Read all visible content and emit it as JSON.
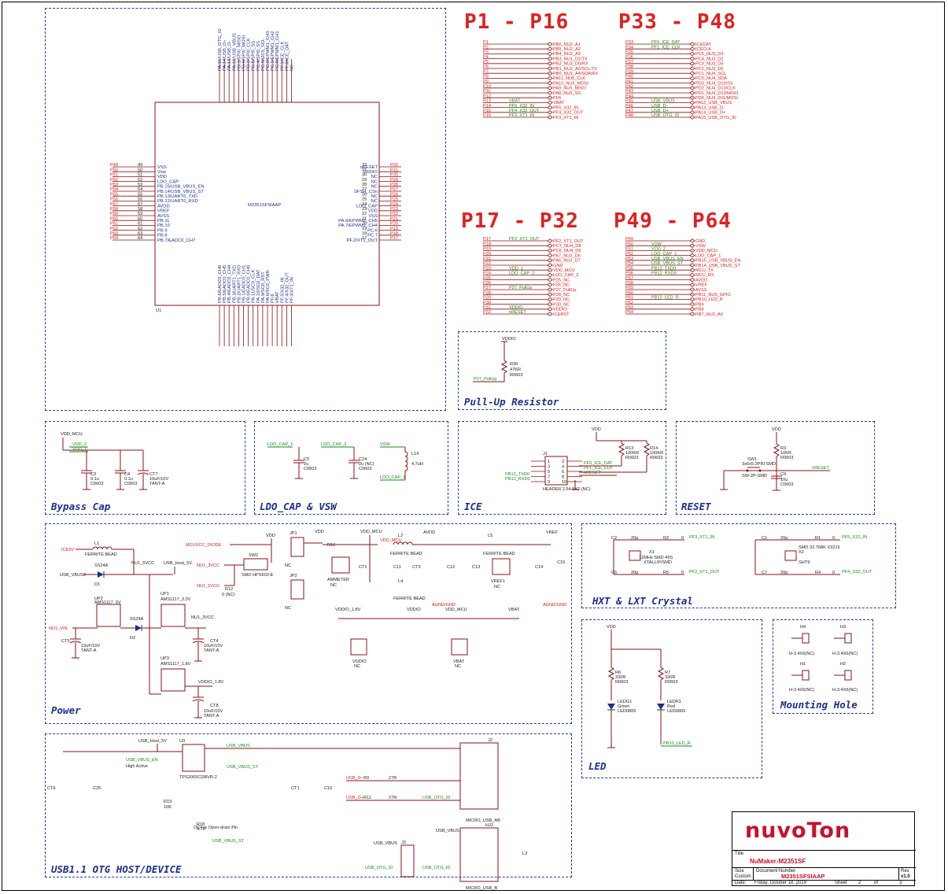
{
  "headers": {
    "p1_16": "P1  -  P16",
    "p33_48": "P33  -  P48",
    "p17_32": "P17  -  P32",
    "p49_64": "P49  -  P64"
  },
  "blocks": {
    "pullup": "Pull-Up Resistor",
    "bypass": "Bypass Cap",
    "ldo": "LDO_CAP & VSW",
    "ice": "ICE",
    "reset": "RESET",
    "power": "Power",
    "crystal": "HXT & LXT Crystal",
    "led": "LED",
    "mounting": "Mounting Hole",
    "usb": "USB1.1 OTG HOST/DEVICE"
  },
  "mcu": {
    "part": "M2351SFSIAAP",
    "ref": "U1",
    "left_pins": [
      {
        "net": "P49",
        "num": "49",
        "name": "VSS"
      },
      {
        "net": "P50",
        "num": "50",
        "name": "Vsw"
      },
      {
        "net": "P51",
        "num": "51",
        "name": "VDD"
      },
      {
        "net": "P52",
        "num": "52",
        "name": "LDO_CAP"
      },
      {
        "net": "P53",
        "num": "53",
        "name": "PB.15/USB_VBUS_EN"
      },
      {
        "net": "P54",
        "num": "54",
        "name": "PB.14/USB_VBUS_ST"
      },
      {
        "net": "P55",
        "num": "55",
        "name": "PB.13/UART0_TXD"
      },
      {
        "net": "P56",
        "num": "56",
        "name": "PB.12/UART0_RXD"
      },
      {
        "net": "P57",
        "num": "57",
        "name": "AVDD"
      },
      {
        "net": "P58",
        "num": "58",
        "name": "VREF"
      },
      {
        "net": "P59",
        "num": "59",
        "name": "AVSS"
      },
      {
        "net": "P60",
        "num": "60",
        "name": "PB.11"
      },
      {
        "net": "P61",
        "num": "61",
        "name": "PB.10"
      },
      {
        "net": "P62",
        "num": "62",
        "name": "PB.9"
      },
      {
        "net": "P63",
        "num": "63",
        "name": "PB.8"
      },
      {
        "net": "P64",
        "num": "64",
        "name": "PB.7/EADC0_CH7"
      }
    ],
    "right_pins": [
      {
        "net": "P32",
        "num": "32",
        "name": "nRESET"
      },
      {
        "net": "P31",
        "num": "31",
        "name": "VDDIO"
      },
      {
        "net": "P30",
        "num": "30",
        "name": "NC"
      },
      {
        "net": "P29",
        "num": "29",
        "name": "NC"
      },
      {
        "net": "P28",
        "num": "28",
        "name": "NC"
      },
      {
        "net": "P27",
        "num": "27",
        "name": "SFSH_CSn"
      },
      {
        "net": "P26",
        "num": "26",
        "name": "NC"
      },
      {
        "net": "P25",
        "num": "25",
        "name": "NC"
      },
      {
        "net": "P24",
        "num": "24",
        "name": "LDO_CAP"
      },
      {
        "net": "P23",
        "num": "23",
        "name": "VDD"
      },
      {
        "net": "P22",
        "num": "22",
        "name": "VSS"
      },
      {
        "net": "P21",
        "num": "21",
        "name": "PA.6/EPWM1_CH5"
      },
      {
        "net": "P20",
        "num": "20",
        "name": "PA.7/EPWM1_CH4"
      },
      {
        "net": "P19",
        "num": "19",
        "name": "PC.6"
      },
      {
        "net": "P18",
        "num": "18",
        "name": "PC.7"
      },
      {
        "net": "P17",
        "num": "17",
        "name": "PF.2/XT1_OUT"
      }
    ],
    "top_pins": [
      "PA.15/USB_OTG_ID",
      "PA.14/USB_D+",
      "PA.13/USB_D-",
      "PA.12/USB_VBUS",
      "PD.1/SPI0_MISO",
      "PD.0/SPI0_MOSI",
      "PD.2/SPI0_CLK",
      "PC.5/SPI0_SS",
      "PC.4/SPI0_SS",
      "PC.3/I2C0_SCL",
      "PC.2/EPWM1_CH3",
      "PC.1/EPWM1_CH2",
      "PC.0/EPWM1_CH1",
      "PF.1/ICE_CLK",
      "PF.0/ICE_DAT",
      "NC"
    ],
    "bottom_pins": [
      "PB.6/EADC0_CH6",
      "PB.5/EADC0_CH5",
      "PB.4/EADC0_CH4",
      "PB.3/UART1_TXD",
      "PB.2/UART1_RXD",
      "PB.1/EADC0_CH1",
      "PB.0/EADC0_CH0",
      "PA.11/SC0_CLK",
      "PA.10/SC0_DAT",
      "PA.9/SC0_RST",
      "PA.8/SC0_PWR",
      "PF.6",
      "VBAT",
      "PF.5/X32_IN",
      "PF.4/X32_OUT",
      "PF.3/XT1_IN"
    ]
  },
  "p1_16": [
    {
      "pin": "P1",
      "net": "",
      "port": "PB6_NU2_A1"
    },
    {
      "pin": "P2",
      "net": "",
      "port": "PB5_NU2_A2"
    },
    {
      "pin": "P3",
      "net": "",
      "port": "PB4_NU2_A3"
    },
    {
      "pin": "P4",
      "net": "",
      "port": "PB3_NU1_D1/TX"
    },
    {
      "pin": "P5",
      "net": "",
      "port": "PB2_NU3_D0/RX"
    },
    {
      "pin": "P6",
      "net": "",
      "port": "PB1_NU2_A5/SCL/TX"
    },
    {
      "pin": "P7",
      "net": "",
      "port": "PB0_NU2_A4/SDA/RX"
    },
    {
      "pin": "P8",
      "net": "",
      "port": "PA11_NU5_CLK"
    },
    {
      "pin": "P9",
      "net": "",
      "port": "PA10_NU5_MOSI"
    },
    {
      "pin": "P10",
      "net": "",
      "port": "PA9_NU5_MISO"
    },
    {
      "pin": "P11",
      "net": "",
      "port": "PA8_NU5_SS"
    },
    {
      "pin": "P12",
      "net": "",
      "port": "PF6"
    },
    {
      "pin": "P13",
      "net": "VBAT",
      "port": "VBAT"
    },
    {
      "pin": "P14",
      "net": "PF5_X32_IN",
      "port": "PF5_X32_IN"
    },
    {
      "pin": "P15",
      "net": "PF4_X32_OUT",
      "port": "PF4_X32_OUT"
    },
    {
      "pin": "P16",
      "net": "PF3_XT1_IN",
      "port": "PF3_XT1_IN"
    }
  ],
  "p33_48": [
    {
      "pin": "P33",
      "net": "PF0_ICE_DAT",
      "port": "ICEDAT"
    },
    {
      "pin": "P34",
      "net": "PF1_ICE_CLK",
      "port": "ICECLK"
    },
    {
      "pin": "P35",
      "net": "",
      "port": "PC5_NU3_D3"
    },
    {
      "pin": "P36",
      "net": "",
      "port": "PC4_NU3_D2"
    },
    {
      "pin": "P37",
      "net": "",
      "port": "PC3_NU3_D5"
    },
    {
      "pin": "P38",
      "net": "",
      "port": "PC2_NU3_D6"
    },
    {
      "pin": "P39",
      "net": "",
      "port": "PC1_NU4_SCL"
    },
    {
      "pin": "P40",
      "net": "",
      "port": "PC0_NU4_SDA"
    },
    {
      "pin": "P41",
      "net": "",
      "port": "PD3_NU4_D10/SS"
    },
    {
      "pin": "P42",
      "net": "",
      "port": "PD2_NU4_D13/CLK"
    },
    {
      "pin": "P43",
      "net": "",
      "port": "PD1_NU4_D12/MISO"
    },
    {
      "pin": "P44",
      "net": "",
      "port": "PD0_NU4_D11/MOSI"
    },
    {
      "pin": "P45",
      "net": "USB_VBUS",
      "port": "PA12_USB_VBUS"
    },
    {
      "pin": "P46",
      "net": "USB_D-",
      "port": "PA13_USB_D-"
    },
    {
      "pin": "P47",
      "net": "USB_D+",
      "port": "PA14_USB_D+"
    },
    {
      "pin": "P48",
      "net": "USB_OTG_ID",
      "port": "PA15_USB_OTG_ID"
    }
  ],
  "p17_32": [
    {
      "pin": "P17",
      "net": "PF2_XT1_OUT",
      "port": "PF2_XT1_OUT"
    },
    {
      "pin": "P18",
      "net": "",
      "port": "PC7_NU4_D8"
    },
    {
      "pin": "P19",
      "net": "",
      "port": "PC6_NU4_D9"
    },
    {
      "pin": "P20",
      "net": "",
      "port": "PA7_NU3_D6"
    },
    {
      "pin": "P21",
      "net": "",
      "port": "PA6_NU3_D7"
    },
    {
      "pin": "P22",
      "net": "",
      "port": "GND"
    },
    {
      "pin": "P23",
      "net": "VDD_1",
      "port": "VDD_MCU"
    },
    {
      "pin": "P24",
      "net": "LDO_CAP_2",
      "port": "LDO_CAP_2"
    },
    {
      "pin": "P25",
      "net": "",
      "port": "P25_NC"
    },
    {
      "pin": "P26",
      "net": "",
      "port": "P26_NC"
    },
    {
      "pin": "P27",
      "net": "P27_PullUp",
      "port": "P27_PullUp"
    },
    {
      "pin": "P28",
      "net": "",
      "port": "P28_NC"
    },
    {
      "pin": "P29",
      "net": "",
      "port": "P29_NC"
    },
    {
      "pin": "P30",
      "net": "",
      "port": "P30_NC"
    },
    {
      "pin": "P31",
      "net": "VDDIO",
      "port": "VDDIO"
    },
    {
      "pin": "P32",
      "net": "nRESET",
      "port": "ICERST"
    }
  ],
  "p49_64": [
    {
      "pin": "P49",
      "net": "",
      "port": "GND"
    },
    {
      "pin": "P50",
      "net": "VSW",
      "port": "VSW"
    },
    {
      "pin": "P51",
      "net": "VDD_2",
      "port": "VDD_MCU"
    },
    {
      "pin": "P52",
      "net": "LDO_CAP_1",
      "port": "LDO_CAP_1"
    },
    {
      "pin": "P53",
      "net": "USB_VBUS_EN",
      "port": "PB15_USB_VBUS_EN"
    },
    {
      "pin": "P54",
      "net": "USB_VBUS_ST",
      "port": "PB14_USB_VBUS_ST"
    },
    {
      "pin": "P55",
      "net": "PB13_TXD0",
      "port": "MCU_TX"
    },
    {
      "pin": "P56",
      "net": "PB12_RXD0",
      "port": "MCU_RX"
    },
    {
      "pin": "P57",
      "net": "",
      "port": "AVDD"
    },
    {
      "pin": "P58",
      "net": "",
      "port": "VREF"
    },
    {
      "pin": "P59",
      "net": "",
      "port": "AVSS"
    },
    {
      "pin": "P60",
      "net": "",
      "port": "PB11_NU5_GPIO"
    },
    {
      "pin": "P61",
      "net": "PB10_LED_R",
      "port": "PB10_LED_R"
    },
    {
      "pin": "P62",
      "net": "",
      "port": "PB9"
    },
    {
      "pin": "P63",
      "net": "",
      "port": "PB8"
    },
    {
      "pin": "P64",
      "net": "",
      "port": "PB7_NU2_A0"
    }
  ],
  "pullup": {
    "rail": "VDDIO",
    "ref": "R30",
    "val": "47KR",
    "pkg": "R0603",
    "net": "P27_PullUp"
  },
  "bypass": {
    "rail": "VDD_MCU",
    "n1": "VDD_2",
    "n2": "VDD_1",
    "c3": {
      "ref": "C3",
      "val": "0.1u",
      "pkg": "C0603"
    },
    "c4": {
      "ref": "C4",
      "val": "0.1u",
      "pkg": "C0603"
    },
    "c7": {
      "ref": "CT7",
      "val": "10uF/10V",
      "pkg": "TANT-A"
    }
  },
  "ldo": {
    "n1": "LDO_CAP_1",
    "n2": "LDO_CAP_2",
    "n3": "VSW",
    "n4": "LDO_CAP_1",
    "c5": {
      "ref": "C5",
      "val": "2u",
      "pkg": "C0603"
    },
    "c24": {
      "ref": "C24",
      "val": "2u (NC)",
      "pkg": "C0603"
    },
    "l14": {
      "ref": "L14",
      "val": "4.7uH"
    }
  },
  "ice": {
    "rail": "VDD",
    "ref": "J1",
    "part": "HEADER 2.54 5X2 (NC)",
    "r13": {
      "ref": "R13",
      "val": "100KR",
      "pkg": "R0603"
    },
    "r14": {
      "ref": "R14",
      "val": "100KR",
      "pkg": "R0603"
    },
    "nets": [
      "PF0_ICE_DAT",
      "PF1_ICE_CLK",
      "nRESET",
      "PB13_TXD0",
      "PB12_RXD0"
    ],
    "pins_l": [
      "1",
      "3",
      "5",
      "7",
      "9"
    ],
    "pins_r": [
      "2",
      "4",
      "6",
      "8",
      "10"
    ]
  },
  "reset": {
    "rail": "VDD",
    "r3": {
      "ref": "R3",
      "val": "10KR",
      "pkg": "R0603"
    },
    "sw": {
      "ref": "SW1",
      "desc": "3x6x5.2PIN SMD",
      "pkg": "SW-2P-SMD"
    },
    "c9": {
      "ref": "C9",
      "val": "10u",
      "pkg": "C0603"
    },
    "net": "nRESET"
  },
  "power": {
    "icesv": "ICE5V",
    "usb_vbus0": "USB_VBUS0",
    "nu1_vin": "NU1_VIN",
    "mcuvcc_diode": "MCUVCC_DIODE",
    "nu1_5vcc_in": "NU1_5VCC",
    "nu1_3vcc": "NU1_3VCC",
    "vdd": "VDD",
    "vdd_mcu": "VDD_MCU",
    "avdd": "AVDD",
    "vref": "VREF",
    "vddio": "VDDIO",
    "vddio_18": "VDDIO_1.8V",
    "vbat": "VBAT",
    "l1": "L1",
    "fb": "FERRITE BEAD",
    "ss24a": "SS24A",
    "d1": "D1",
    "d2": "D2",
    "nu1_5vcc": "NU1_5VCC",
    "usb_host": "USB_Host_5V",
    "up1": "UP1",
    "up1_part": "AMS1117_3.3V",
    "up2": "UP2",
    "up2_part": "AMS1117_5V",
    "up3": "UP3",
    "up3_part": "AMS1117_1.8V",
    "sw2": "SW2",
    "sw2_part": "SMD HPS602-E",
    "r12": "R12",
    "r12_val": "0 (NC)",
    "ct5": "CT5",
    "ct4": "CT4",
    "ct8": "CT8",
    "tant": "10uF/10V",
    "tanta": "TANT-A",
    "jp1": "JP1",
    "jp2": "JP2",
    "nc": "NC",
    "r16": "R16",
    "ammeter": "AMMETER",
    "l2": "L2",
    "l4": "L4",
    "l5": "L5",
    "ct2": "CT2",
    "c11": "C11",
    "ct3": "CT3",
    "c12": "C12",
    "c13": "C13",
    "c14": "C14",
    "c15": "C15",
    "vref1": "VREF1",
    "agnd": "AGND/GND"
  },
  "crystal": {
    "x1": {
      "ref": "X1",
      "desc": "12MHz SMD 49S",
      "pkg": "XTALL/P/SMD"
    },
    "x2": {
      "ref": "X2",
      "desc": "SMD 32.768K X3215",
      "pkg": "SHT9"
    },
    "nets": [
      "PF3_XT1_IN",
      "PF2_XT1_OUT",
      "PF5_X32_IN",
      "PF4_X32_OUT"
    ],
    "caps": [
      "C2",
      "C6",
      "C1",
      "C7"
    ],
    "cap_val": "20p",
    "res": [
      "R2",
      "R5",
      "R1",
      "R4"
    ],
    "res_val": "0"
  },
  "led": {
    "rail": "VDD",
    "r6": {
      "ref": "R6",
      "val": "330R",
      "pkg": "R0603"
    },
    "r7": {
      "ref": "R7",
      "val": "330R",
      "pkg": "R0603"
    },
    "ledg": {
      "ref": "LEDG1",
      "color": "Green",
      "pkg": "LED0805"
    },
    "ledr": {
      "ref": "LEDR1",
      "color": "Red",
      "pkg": "LED0805"
    },
    "net": "PB10_LED_R"
  },
  "mounting": {
    "holes": [
      {
        "ref": "H4",
        "val": "H-3.4X6(NC)"
      },
      {
        "ref": "H3",
        "val": "H-3.4X6(NC)"
      },
      {
        "ref": "H1",
        "val": "H-3.4X6(NC)"
      },
      {
        "ref": "H2",
        "val": "H-3.4X6(NC)"
      }
    ]
  },
  "usb": {
    "usb_host": "USB_Host_5V",
    "u3": "U3",
    "u3_part": "TPS2065CDBVR-2",
    "u3_note": "OC# is Open-drain Pin",
    "high_active": "High Active",
    "vbus": "USB_VBUS",
    "vbus_en": "USB_VBUS_EN",
    "vbus_st": "USB_VBUS_ST",
    "ct6": "CT6",
    "c25": "C25",
    "ct1": "CT1",
    "c10": "C10",
    "r19": "R19",
    "r19_val": "10K",
    "r18": "R18",
    "r18_val": "4.7K",
    "r9": "R9",
    "r11": "R11",
    "r_val": "27R",
    "j2": "J2",
    "j2_part": "MICRO_USB_AB",
    "hj2": "HJ2",
    "hj2_part": "MICRO_USB_B",
    "j3": "J3",
    "d_minus": "USB_D-",
    "d_plus": "USB_D+",
    "otg_id": "USB_OTG_ID",
    "l3": "L3"
  },
  "title_block": {
    "logo": "nuvoTon",
    "title_label": "Title",
    "title": "NuMaker-M2351SF",
    "size_label": "Size",
    "size": "Custom",
    "docnum_label": "Document Number",
    "docnum": "M2351SFSIAAP",
    "rev_label": "Rev",
    "rev": "v1.0",
    "date_label": "Date:",
    "date": "Friday, October 18, 2019",
    "sheet_label": "Sheet",
    "sheet": "2",
    "of": "of",
    "total": "3"
  },
  "colors": {
    "border": "#1d3bb0",
    "wire": "#8b1010",
    "net": "#1a8a1a",
    "header": "#e02020",
    "logo": "#c8102e"
  }
}
